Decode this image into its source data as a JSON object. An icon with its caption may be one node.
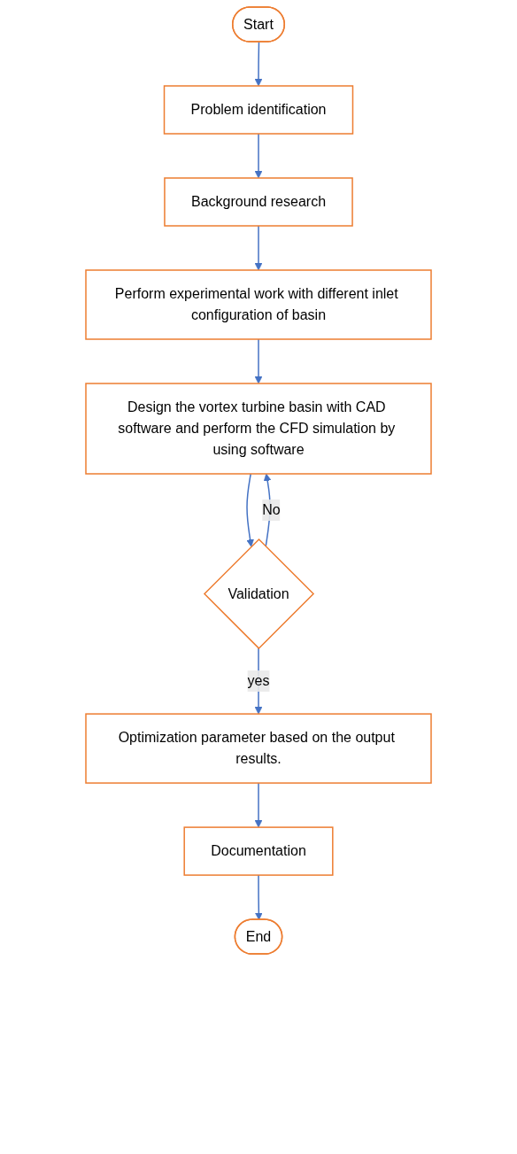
{
  "diagram": {
    "nodes": [
      {
        "text": [
          "Start"
        ]
      },
      {
        "text": [
          "Problem identification"
        ]
      },
      {
        "text": [
          "Background research"
        ]
      },
      {
        "text": [
          "Perform experimental work with different inlet configuration of basin"
        ]
      },
      {
        "text": [
          "Design the vortex turbine basin with CAD software and perform the CFD simulation by using software"
        ]
      },
      {
        "text": [
          "Validation"
        ]
      },
      {
        "text": [
          "Optimization parameter based on the output results."
        ]
      },
      {
        "text": [
          "Documentation"
        ]
      },
      {
        "text": [
          "End"
        ]
      }
    ],
    "edges": [
      {
        "from": 0,
        "to": 1,
        "arrow": "to"
      },
      {
        "from": 1,
        "to": 2,
        "arrow": "to"
      },
      {
        "from": 2,
        "to": 3,
        "arrow": "to"
      },
      {
        "from": 3,
        "to": 4,
        "arrow": "to"
      },
      {
        "from": 4,
        "to": 5,
        "arrow": "to"
      },
      {
        "from": 5,
        "to": 4,
        "arrow": "to",
        "label": "No"
      },
      {
        "from": 5,
        "to": 6,
        "arrow": "to",
        "label": "yes"
      },
      {
        "from": 6,
        "to": 7,
        "arrow": "to"
      },
      {
        "from": 7,
        "to": 8,
        "arrow": "to"
      }
    ]
  }
}
